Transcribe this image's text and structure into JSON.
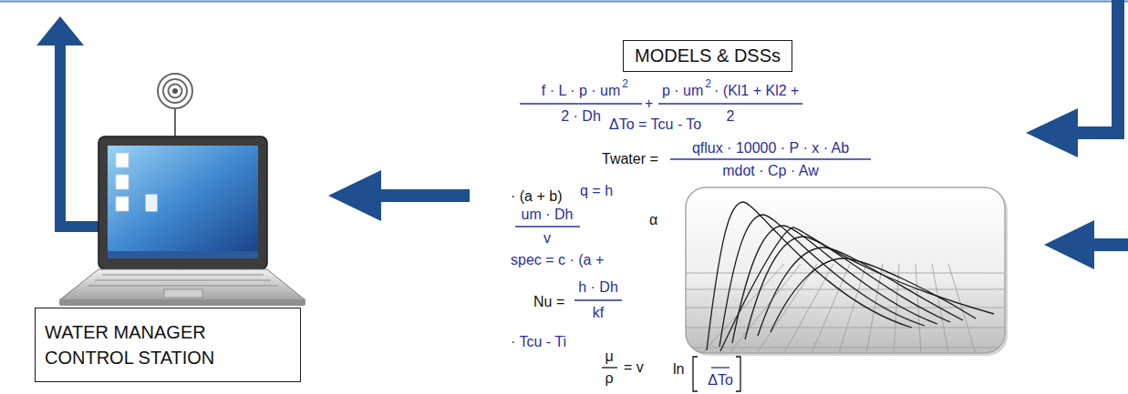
{
  "diagram": {
    "nodes": [
      {
        "text": [
          "MODELS & DSSs"
        ]
      },
      {
        "text": [
          "WATER MANAGER CONTROL STATION"
        ]
      }
    ],
    "labels": [
      "f · L · p · um",
      "2",
      "2 · Dh",
      "+",
      "p · um",
      "2",
      "· (Kl1 + Kl2 +",
      "2",
      "ΔTo = Tcu - To",
      "Twater =",
      "qflux · 10000 · P · x · Ab",
      "mdot · Cp · Aw",
      "· (a + b)",
      "q = h",
      "α",
      "um · Dh",
      "v",
      "spec = c · (a +",
      "Nu =",
      "h · Dh",
      "kf",
      "· Tcu - Ti",
      "μ",
      "ρ",
      "= v",
      "ln",
      "ΔTo"
    ]
  }
}
